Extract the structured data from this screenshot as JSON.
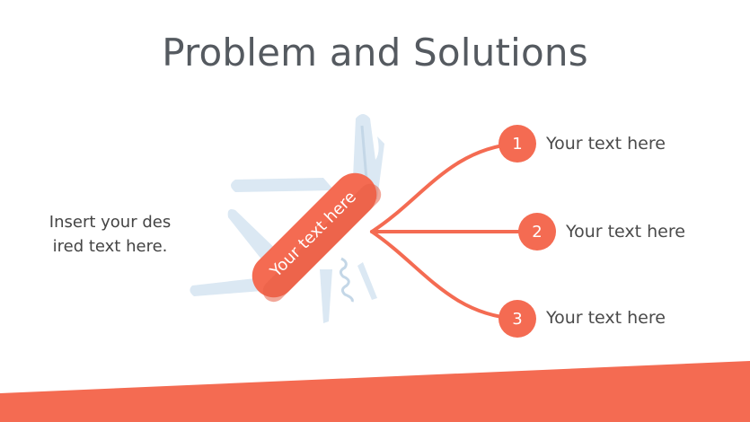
{
  "slide": {
    "title": "Problem and Solutions",
    "left_text": "Insert your des ired text here.",
    "knife_label": "Your text here",
    "items": [
      {
        "number": "1",
        "label": "Your text here"
      },
      {
        "number": "2",
        "label": "Your text here"
      },
      {
        "number": "3",
        "label": "Your text here"
      }
    ]
  },
  "colors": {
    "accent": "#f46b52",
    "tool_light": "#dbe8f3",
    "tool_mid": "#c4d7e7",
    "title_text": "#555a60"
  },
  "icons": [
    "swiss-army-knife-icon"
  ]
}
